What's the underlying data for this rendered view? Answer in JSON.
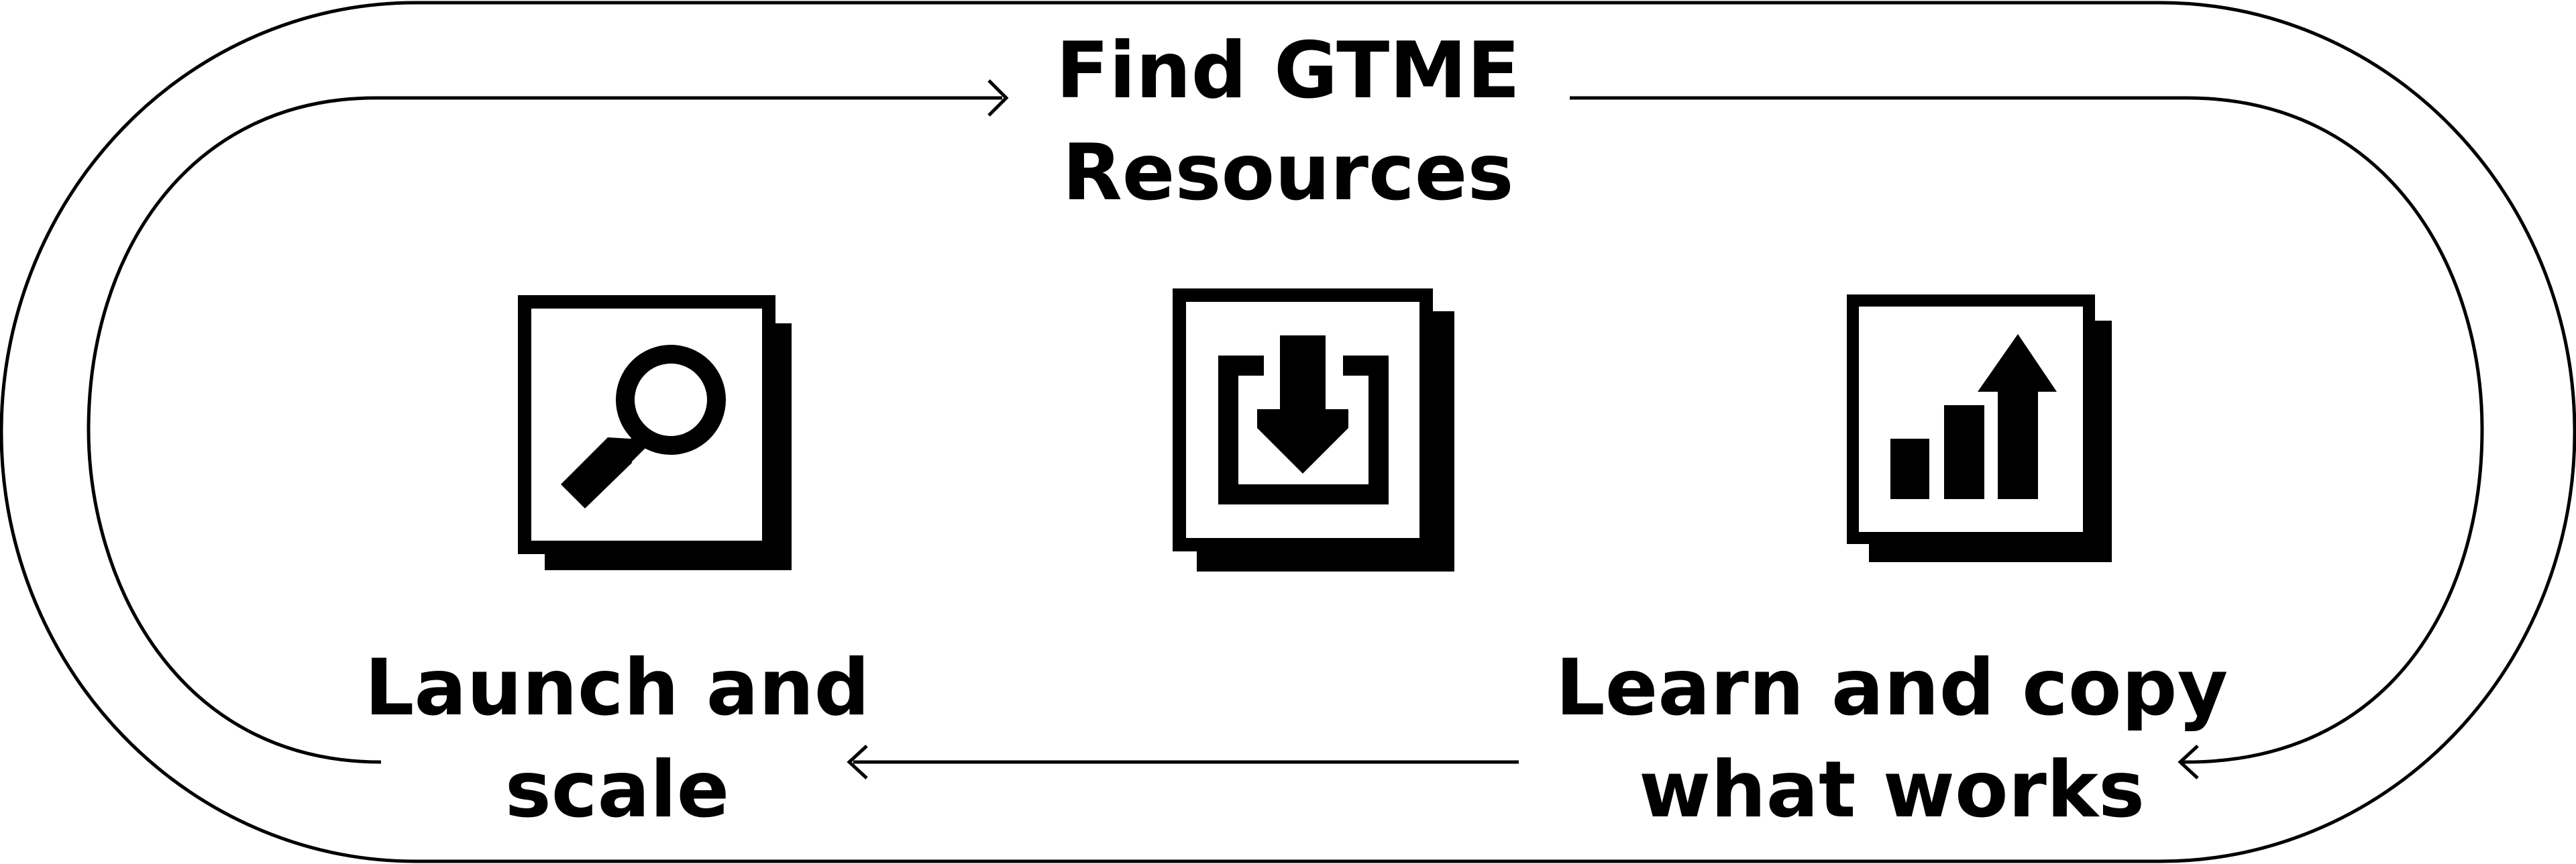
{
  "colors": {
    "background": "#ffffff",
    "foreground": "#000000"
  },
  "steps": {
    "find": {
      "line1": "Find GTME",
      "line2": "Resources",
      "icon": "download-tray-icon"
    },
    "launch": {
      "line1": "Launch and",
      "line2": "scale",
      "icon": "magnifying-glass-icon"
    },
    "learn": {
      "line1": "Learn and copy",
      "line2": "what works",
      "icon": "growth-chart-icon"
    }
  }
}
